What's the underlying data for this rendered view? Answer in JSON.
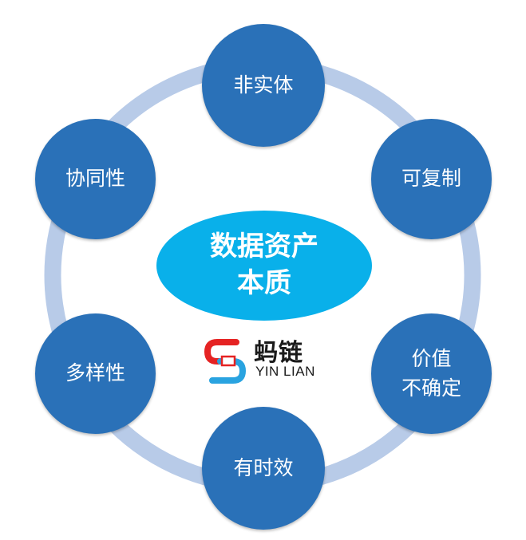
{
  "diagram": {
    "center": {
      "lines": [
        "数据资产",
        "本质"
      ]
    },
    "nodes": [
      {
        "id": "top",
        "lines": [
          "非实体"
        ]
      },
      {
        "id": "upper-right",
        "lines": [
          "可复制"
        ]
      },
      {
        "id": "lower-right",
        "lines": [
          "价值",
          "不确定"
        ]
      },
      {
        "id": "bottom",
        "lines": [
          "有时效"
        ]
      },
      {
        "id": "lower-left",
        "lines": [
          "多样性"
        ]
      },
      {
        "id": "upper-left",
        "lines": [
          "协同性"
        ]
      }
    ],
    "colors": {
      "node": "#2a71b8",
      "center": "#09b0ea",
      "ring": "#b8cbe8",
      "logo_red": "#e52323",
      "logo_blue": "#29a3e0"
    }
  },
  "logo": {
    "name_cn": "蚂链",
    "name_en": "YIN LIAN"
  }
}
